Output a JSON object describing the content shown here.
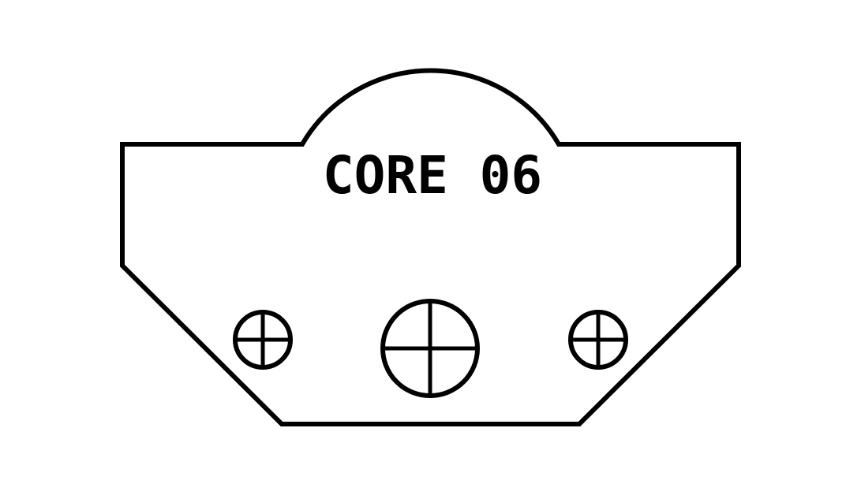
{
  "diagram": {
    "label": "CORE 06",
    "stroke_color": "#000000",
    "background_color": "#ffffff",
    "holes": [
      {
        "name": "left-hole",
        "symbol": "circle-with-cross"
      },
      {
        "name": "center-hole",
        "symbol": "circle-with-cross"
      },
      {
        "name": "right-hole",
        "symbol": "circle-with-cross"
      }
    ]
  }
}
